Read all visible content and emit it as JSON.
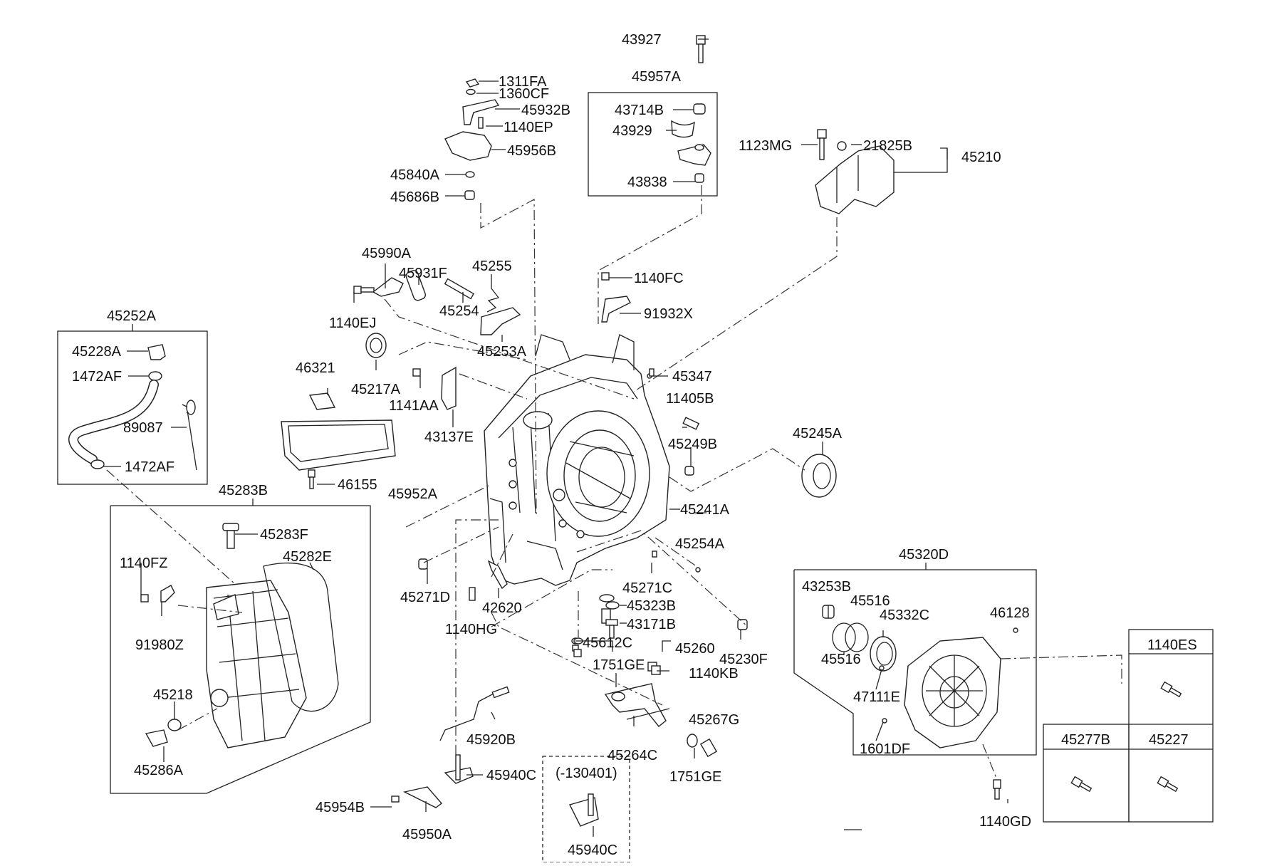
{
  "labels": {
    "p43927": "43927",
    "p45957A": "45957A",
    "p43714B": "43714B",
    "p43929": "43929",
    "p43838": "43838",
    "p1311FA": "1311FA",
    "p1360CF": "1360CF",
    "p45932B": "45932B",
    "p1140EP": "1140EP",
    "p45956B": "45956B",
    "p45840A": "45840A",
    "p45686B": "45686B",
    "p1123MG": "1123MG",
    "p21825B": "21825B",
    "p45210": "45210",
    "p45990A": "45990A",
    "p45931F": "45931F",
    "p45255": "45255",
    "p45254": "45254",
    "p1140EJ": "1140EJ",
    "p45253A": "45253A",
    "p1140FC": "1140FC",
    "p91932X": "91932X",
    "p45252A": "45252A",
    "p45228A": "45228A",
    "p1472AF_top": "1472AF",
    "p89087": "89087",
    "p1472AF_bot": "1472AF",
    "p46321": "46321",
    "p45217A": "45217A",
    "p1141AA": "1141AA",
    "p43137E": "43137E",
    "p45347": "45347",
    "p11405B": "11405B",
    "p45249B": "45249B",
    "p45245A": "45245A",
    "p46155": "46155",
    "p45952A": "45952A",
    "p45241A": "45241A",
    "p45283B": "45283B",
    "p45283F": "45283F",
    "p45282E": "45282E",
    "p1140FZ": "1140FZ",
    "p91980Z": "91980Z",
    "p45218": "45218",
    "p45286A": "45286A",
    "p45254A": "45254A",
    "p45271D": "45271D",
    "p42620": "42620",
    "p45271C": "45271C",
    "p1140HG": "1140HG",
    "p45323B": "45323B",
    "p43171B": "43171B",
    "p45612C": "45612C",
    "p45260": "45260",
    "p45230F": "45230F",
    "p1751GE_top": "1751GE",
    "p1140KB": "1140KB",
    "p45267G": "45267G",
    "p45264C": "45264C",
    "p1751GE_bot": "1751GE",
    "p45920B": "45920B",
    "p45940C": "45940C",
    "p45954B": "45954B",
    "p45950A": "45950A",
    "p_variant": "(-130401)",
    "p45940C_alt": "45940C",
    "p45320D": "45320D",
    "p43253B": "43253B",
    "p45516_top": "45516",
    "p45332C": "45332C",
    "p46128": "46128",
    "p45516_bot": "45516",
    "p47111E": "47111E",
    "p1601DF": "1601DF",
    "p1140GD": "1140GD"
  },
  "legend": {
    "cell_1140ES": "1140ES",
    "cell_45277B": "45277B",
    "cell_45227": "45227"
  }
}
